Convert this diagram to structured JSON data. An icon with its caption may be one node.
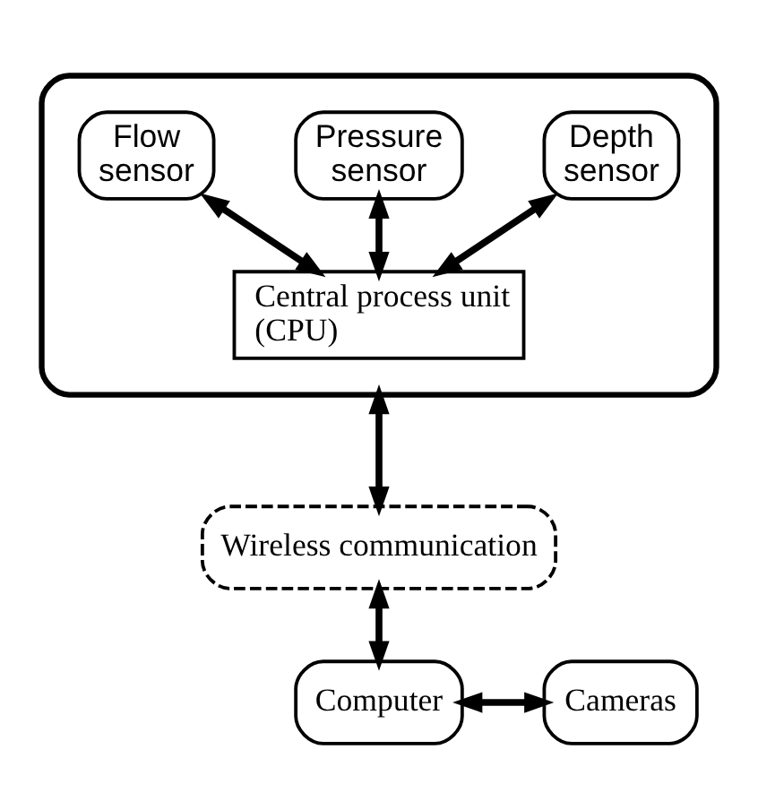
{
  "diagram": {
    "nodes": [
      {
        "text": [],
        "shape": "box"
      },
      {
        "text": [
          "Flow sensor"
        ],
        "in": 0
      },
      {
        "text": [
          "Pressure sensor"
        ],
        "in": 0
      },
      {
        "text": [
          "Depth sensor"
        ],
        "in": 0
      },
      {
        "text": [
          "Central process unit (CPU)"
        ],
        "in": 0
      },
      {
        "text": [
          "Wireless communication"
        ]
      },
      {
        "text": [
          "Computer"
        ]
      },
      {
        "text": [
          "Cameras"
        ]
      }
    ],
    "edges": [
      {
        "from": 1,
        "to": 4,
        "arrow": "both"
      },
      {
        "from": 2,
        "to": 4,
        "arrow": "both"
      },
      {
        "from": 3,
        "to": 4,
        "arrow": "both"
      },
      {
        "from": 0,
        "to": 5,
        "arrow": "both"
      },
      {
        "from": 5,
        "to": 6,
        "arrow": "both"
      },
      {
        "from": 6,
        "to": 7,
        "arrow": "both"
      }
    ]
  }
}
